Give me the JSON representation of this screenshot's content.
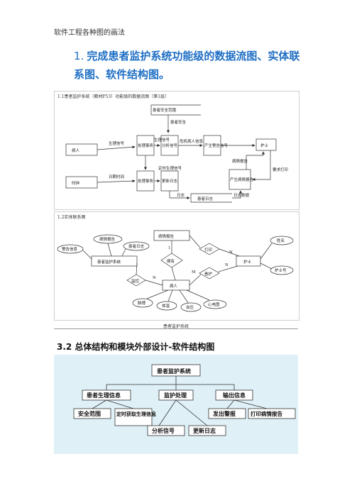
{
  "header": "软件工程各种图的画法",
  "heading": {
    "number": "1.",
    "text": "完成患者监护系统功能级的数据流图、实体联系图、软件结构图。"
  },
  "dfd": {
    "title": "1.1患者监护系统（教材P53）功能级的数据流图（第1层）",
    "nodes": {
      "safety_range": "患者安全范围",
      "patient": "病人",
      "process_signal": "处理事务",
      "analyze_signal": "分析信号",
      "produce_alert": "产生警告信号",
      "nurse": "护士",
      "clock": "时钟",
      "process_time": "处理事务",
      "update_log": "更新日志",
      "produce_report": "产生病情报告",
      "patient_log": "患者日志"
    },
    "flows": {
      "patient_safety": "患者安全",
      "physio_signal_1": "生理信号",
      "physio_signal_2": "生理信号",
      "physio_signal_3": "生理信号",
      "alert_info": "危机病人信息",
      "report": "病情报告",
      "date_time": "日期时间",
      "timed_signal": "定时生理信号",
      "request_print": "要求打印",
      "log": "日志",
      "log_data": "日志数据"
    }
  },
  "er": {
    "title": "1.2实体联系图",
    "entities": {
      "report": "病情报告",
      "system": "患者监护系统",
      "patient": "病人",
      "nurse": "护士"
    },
    "relations": {
      "own": "拥有",
      "print": "打印",
      "monitor": "监控",
      "guard": "看护"
    },
    "attributes": {
      "report": "病情报告",
      "log": "患者日志",
      "alarm": "警告信息",
      "name": "姓名",
      "nurse_id": "护士号",
      "pulse": "脉搏",
      "temp": "体温",
      "bp": "血压",
      "ecg": "心电图"
    },
    "cardinality": {
      "one": "1",
      "m": "M",
      "n1": "N",
      "n2": "N",
      "n3": "N"
    }
  },
  "caption": "患者监护系统",
  "section": "3.2 总体结构和模块外部设计-软件结构图",
  "tree": {
    "root": "患者监护系统",
    "level1": [
      "患者生理信息",
      "监护处理",
      "输出信息"
    ],
    "level2": [
      "安全范围",
      "定时获取生理信息",
      "分析信号",
      "更新日志",
      "发出警报",
      "打印病情报告"
    ]
  }
}
